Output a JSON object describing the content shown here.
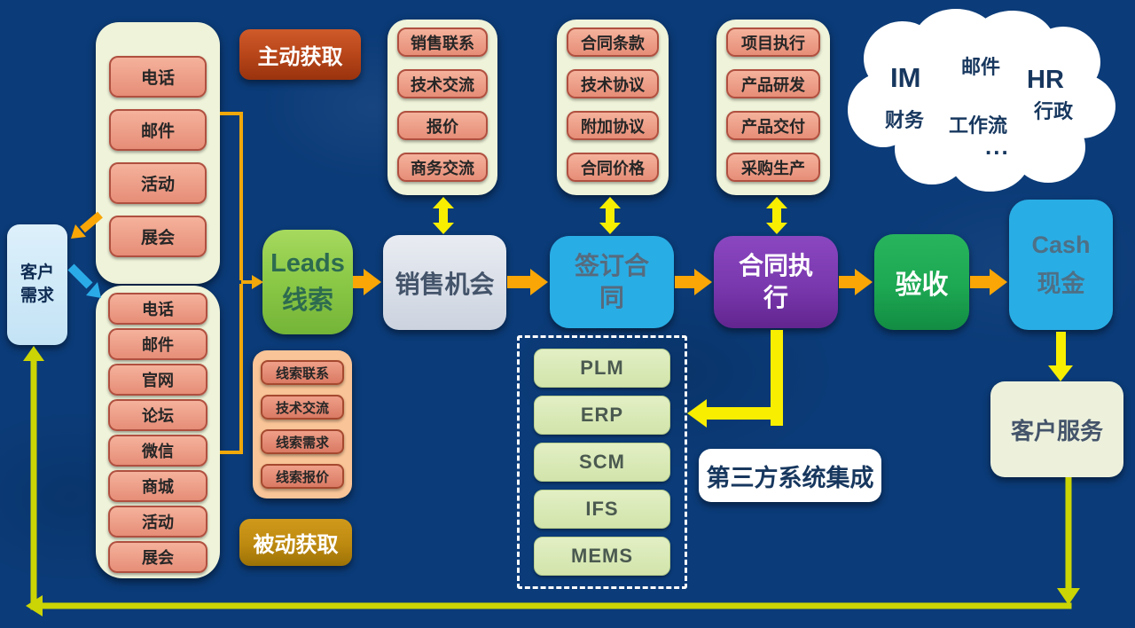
{
  "nodes": {
    "customer_need": "客户需求",
    "active_acquire": "主动获取",
    "passive_acquire": "被动获取",
    "leads_line1": "Leads",
    "leads_line2": "线索",
    "sales_opportunity": "销售机会",
    "sign_contract": "签订合同",
    "contract_execution": "合同执行",
    "acceptance": "验收",
    "cash_line1": "Cash",
    "cash_line2": "现金",
    "customer_service": "客户服务",
    "third_party_integration": "第三方系统集成"
  },
  "active_channels": [
    "电话",
    "邮件",
    "活动",
    "展会"
  ],
  "passive_channels": [
    "电话",
    "邮件",
    "官网",
    "论坛",
    "微信",
    "商城",
    "活动",
    "展会"
  ],
  "lead_activities": [
    "线索联系",
    "技术交流",
    "线索需求",
    "线索报价"
  ],
  "sales_activities": [
    "销售联系",
    "技术交流",
    "报价",
    "商务交流"
  ],
  "contract_items": [
    "合同条款",
    "技术协议",
    "附加协议",
    "合同价格"
  ],
  "execution_items": [
    "项目执行",
    "产品研发",
    "产品交付",
    "采购生产"
  ],
  "third_party_systems": [
    "PLM",
    "ERP",
    "SCM",
    "IFS",
    "MEMS"
  ],
  "cloud_systems": [
    "IM",
    "邮件",
    "HR",
    "财务",
    "工作流",
    "行政",
    "..."
  ],
  "colors": {
    "background": "#0b3b78",
    "flow_arrow": "#f9a606",
    "connector": "#f0a80a",
    "yellow_arrow": "#f8ee00",
    "loop_arrow": "#cbd404",
    "blue_arrow": "#2aabe8",
    "active_acquire": "#b54418",
    "passive_acquire": "#bd8a10",
    "leads_green": "#8ac846",
    "stage_blue": "#29ade5",
    "stage_purple": "#7a38ae",
    "stage_green": "#1da853"
  }
}
